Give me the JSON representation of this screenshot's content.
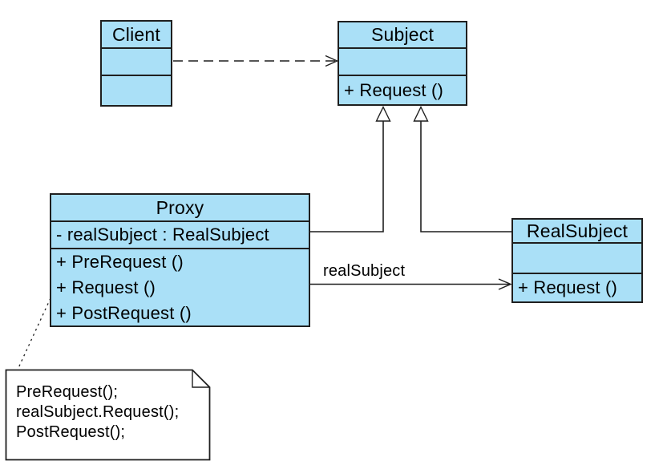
{
  "diagram": {
    "kind": "uml-class-diagram",
    "pattern": "Proxy"
  },
  "colors": {
    "class_fill": "#AAE0F7",
    "class_border": "#1F1F1F",
    "line_color": "#1F1F1F",
    "note_fill": "#FFFFFF",
    "text_color": "#000000",
    "background": "#FFFFFF"
  },
  "classes": [
    {
      "name": "Client",
      "attributes": [],
      "methods": []
    },
    {
      "name": "Subject",
      "attributes": [],
      "methods": [
        "+ Request ()"
      ]
    },
    {
      "name": "Proxy",
      "attributes": [
        "- realSubject : RealSubject"
      ],
      "methods": [
        "+ PreRequest ()",
        "+ Request ()",
        "+ PostRequest ()"
      ]
    },
    {
      "name": "RealSubject",
      "attributes": [],
      "methods": [
        "+ Request ()"
      ]
    }
  ],
  "relationships": [
    {
      "type": "dependency",
      "from": "Client",
      "to": "Subject",
      "style": "dashed-open-arrow"
    },
    {
      "type": "generalization",
      "from": "Proxy",
      "to": "Subject",
      "style": "solid-hollow-triangle"
    },
    {
      "type": "generalization",
      "from": "RealSubject",
      "to": "Subject",
      "style": "solid-hollow-triangle"
    },
    {
      "type": "association",
      "from": "Proxy",
      "to": "RealSubject",
      "style": "solid-open-arrow",
      "label": "realSubject"
    }
  ],
  "note": {
    "attached_to": "Proxy",
    "lines": [
      "PreRequest();",
      "realSubject.Request();",
      "PostRequest();"
    ]
  }
}
